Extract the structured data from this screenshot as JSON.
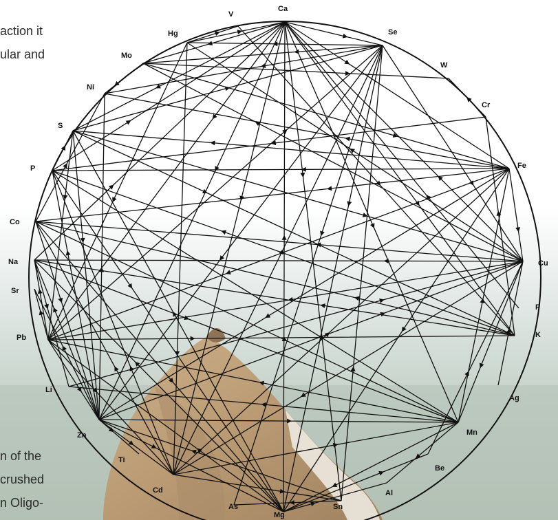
{
  "text_fragments": [
    "action it",
    "ular and",
    "n of the",
    "crushed",
    "n Oligo-"
  ],
  "diagram": {
    "type": "mineral interaction wheel",
    "elements": [
      "Ca",
      "Se",
      "W",
      "Cr",
      "Fe",
      "Cu",
      "F",
      "K",
      "Ag",
      "Mn",
      "Be",
      "Al",
      "Sn",
      "Mg",
      "As",
      "Cd",
      "Ti",
      "Zn",
      "Li",
      "Pb",
      "Sr",
      "Na",
      "Co",
      "P",
      "S",
      "Ni",
      "Mo",
      "Hg",
      "V"
    ],
    "interactions": [
      [
        "Ca",
        "Fe"
      ],
      [
        "Ca",
        "Cu"
      ],
      [
        "Ca",
        "K"
      ],
      [
        "Ca",
        "Mn"
      ],
      [
        "Ca",
        "Mg"
      ],
      [
        "Ca",
        "Zn"
      ],
      [
        "Ca",
        "Pb"
      ],
      [
        "Ca",
        "P"
      ],
      [
        "Ca",
        "S"
      ],
      [
        "Ca",
        "Mo"
      ],
      [
        "Ca",
        "Hg"
      ],
      [
        "Ca",
        "Cd"
      ],
      [
        "Ca",
        "Sn"
      ],
      [
        "Ca",
        "Na"
      ],
      [
        "Ca",
        "Se"
      ],
      [
        "Se",
        "Hg"
      ],
      [
        "Se",
        "Cd"
      ],
      [
        "Se",
        "As"
      ],
      [
        "Se",
        "Mg"
      ],
      [
        "Se",
        "Sn"
      ],
      [
        "Se",
        "Cu"
      ],
      [
        "Se",
        "Zn"
      ],
      [
        "Se",
        "S"
      ],
      [
        "Se",
        "Ni"
      ],
      [
        "Se",
        "Mo"
      ],
      [
        "Se",
        "Pb"
      ],
      [
        "Fe",
        "Cu"
      ],
      [
        "Fe",
        "Zn"
      ],
      [
        "Fe",
        "Mn"
      ],
      [
        "Fe",
        "P"
      ],
      [
        "Fe",
        "Co"
      ],
      [
        "Fe",
        "Mo"
      ],
      [
        "Fe",
        "S"
      ],
      [
        "Fe",
        "Pb"
      ],
      [
        "Fe",
        "Cd"
      ],
      [
        "Fe",
        "Mg"
      ],
      [
        "Fe",
        "Ni"
      ],
      [
        "Cu",
        "Zn"
      ],
      [
        "Cu",
        "Mo"
      ],
      [
        "Cu",
        "Cd"
      ],
      [
        "Cu",
        "Ag"
      ],
      [
        "Cu",
        "Pb"
      ],
      [
        "Cu",
        "Co"
      ],
      [
        "Cu",
        "S"
      ],
      [
        "Cu",
        "Na"
      ],
      [
        "Cu",
        "Mn"
      ],
      [
        "Cu",
        "Be"
      ],
      [
        "Cu",
        "Hg"
      ],
      [
        "Zn",
        "Cd"
      ],
      [
        "Zn",
        "Pb"
      ],
      [
        "Zn",
        "Mg"
      ],
      [
        "Zn",
        "P"
      ],
      [
        "Zn",
        "Co"
      ],
      [
        "Zn",
        "Mn"
      ],
      [
        "Zn",
        "Ni"
      ],
      [
        "Zn",
        "Sn"
      ],
      [
        "Zn",
        "Ti"
      ],
      [
        "Zn",
        "Na"
      ],
      [
        "Zn",
        "S"
      ],
      [
        "Zn",
        "Sr"
      ],
      [
        "Mn",
        "Pb"
      ],
      [
        "Mn",
        "Co"
      ],
      [
        "Mn",
        "P"
      ],
      [
        "Mn",
        "Mg"
      ],
      [
        "Mn",
        "Na"
      ],
      [
        "Mn",
        "Al"
      ],
      [
        "Mn",
        "Li"
      ],
      [
        "Mn",
        "Cd"
      ],
      [
        "Mg",
        "Pb"
      ],
      [
        "Mg",
        "Al"
      ],
      [
        "Mg",
        "P"
      ],
      [
        "Mg",
        "Na"
      ],
      [
        "Mg",
        "S"
      ],
      [
        "Mg",
        "Co"
      ],
      [
        "Pb",
        "Cd"
      ],
      [
        "Pb",
        "K"
      ],
      [
        "Pb",
        "S"
      ],
      [
        "Pb",
        "Na"
      ],
      [
        "Pb",
        "Sr"
      ],
      [
        "Pb",
        "Hg"
      ],
      [
        "K",
        "Na"
      ],
      [
        "K",
        "Co"
      ],
      [
        "K",
        "S"
      ],
      [
        "K",
        "P"
      ],
      [
        "K",
        "Cr"
      ],
      [
        "K",
        "V"
      ],
      [
        "Cd",
        "Co"
      ],
      [
        "Cd",
        "P"
      ],
      [
        "Cd",
        "Hg"
      ],
      [
        "Cd",
        "Sn"
      ],
      [
        "P",
        "S"
      ],
      [
        "P",
        "Cr"
      ],
      [
        "Co",
        "Ni"
      ],
      [
        "Na",
        "Li"
      ],
      [
        "Ni",
        "Mo"
      ],
      [
        "Mo",
        "W"
      ],
      [
        "Hg",
        "V"
      ],
      [
        "W",
        "Cr"
      ],
      [
        "Sn",
        "As"
      ],
      [
        "F",
        "Ca"
      ],
      [
        "Be",
        "Mg"
      ],
      [
        "Li",
        "Cu"
      ]
    ]
  }
}
